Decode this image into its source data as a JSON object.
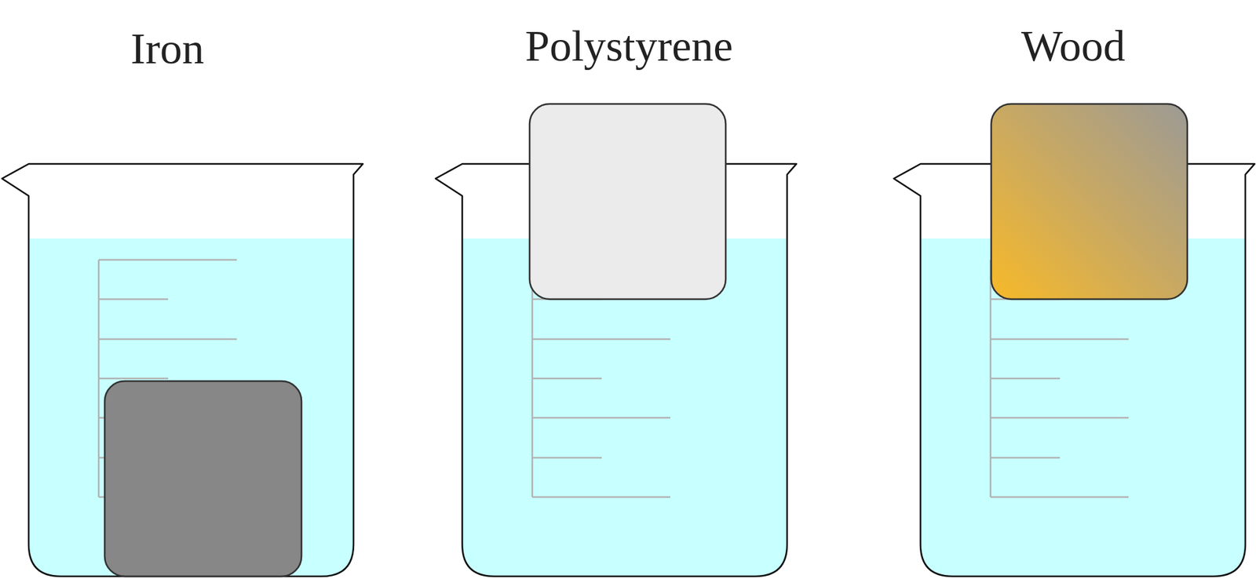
{
  "diagram": {
    "labels": [
      "Iron",
      "Polystyrene",
      "Wood"
    ]
  }
}
